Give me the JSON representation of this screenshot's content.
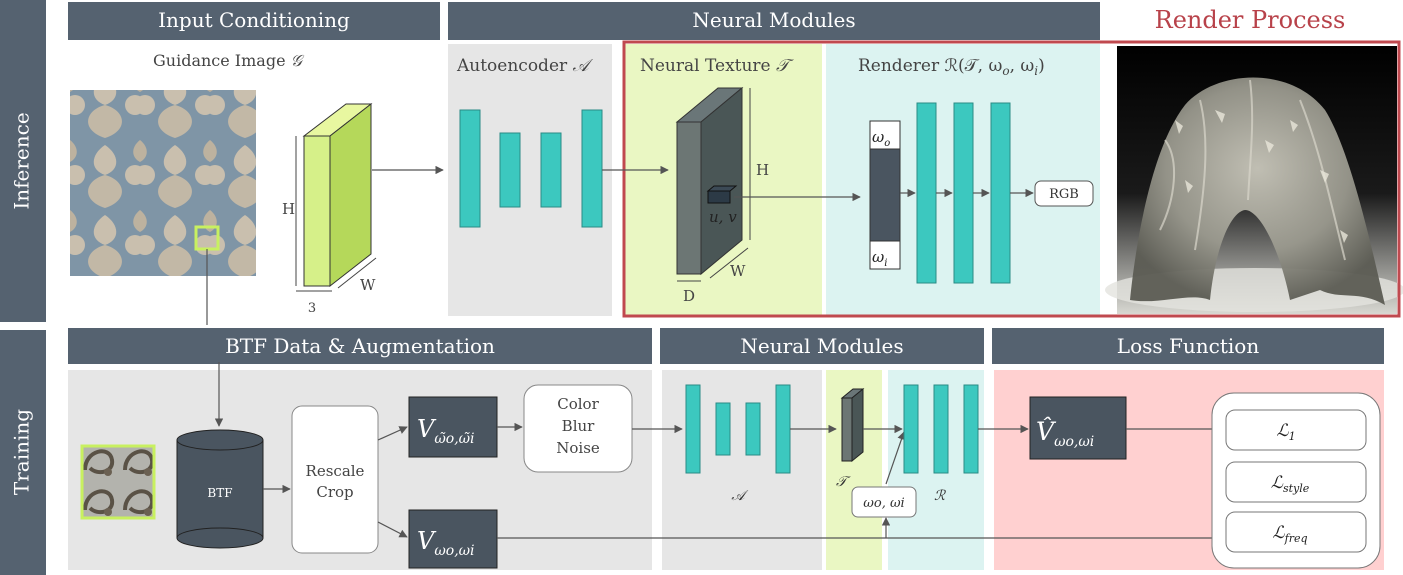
{
  "side_labels": {
    "inference": "Inference",
    "training": "Training"
  },
  "headers": {
    "input_conditioning": "Input Conditioning",
    "neural_modules_top": "Neural Modules",
    "render_process": "Render Process",
    "btf_data": "BTF Data & Augmentation",
    "neural_modules_bottom": "Neural Modules",
    "loss_function": "Loss Function"
  },
  "inference": {
    "guidance_label": "Guidance Image ",
    "guidance_symbol": "𝒢",
    "input_tensor": {
      "h": "H",
      "w": "W",
      "c": "3"
    },
    "autoencoder_label": "Autoencoder ",
    "autoencoder_symbol": "𝒜",
    "neural_texture_label": "Neural Texture ",
    "neural_texture_symbol": "𝒯",
    "texture_tensor": {
      "h": "H",
      "w": "W",
      "d": "D",
      "uv": "u, v"
    },
    "renderer_label": "Renderer ℛ(𝒯, ω",
    "renderer_sub_o": "o",
    "renderer_mid": ", ω",
    "renderer_sub_i": "i",
    "renderer_end": ")",
    "omega_o": "ω",
    "omega_o_sub": "o",
    "omega_i": "ω",
    "omega_i_sub": "i",
    "rgb": "RGB"
  },
  "training": {
    "btf": "BTF",
    "rescale": "Rescale",
    "crop": "Crop",
    "v_aug": "V",
    "v_aug_sub": "ω̃o,ω̃i",
    "v_plain": "V",
    "v_plain_sub": "ωo,ωi",
    "augment": [
      "Color",
      "Blur",
      "Noise"
    ],
    "a_symbol": "𝒜",
    "t_symbol": "𝒯",
    "r_symbol": "ℛ",
    "omega_pair": "ωo, ωi",
    "v_hat": "V̂",
    "v_hat_sub": "ωo,ωi",
    "losses": [
      {
        "base": "ℒ",
        "sub": "1"
      },
      {
        "base": "ℒ",
        "sub": "style"
      },
      {
        "base": "ℒ",
        "sub": "freq"
      }
    ]
  },
  "colors": {
    "header_bg": "#556270",
    "teal": "#3cc8bf",
    "green_block": "#d6f089",
    "dark_block": "#4a5560",
    "grey_panel": "#e6e6e6",
    "green_panel": "#eaf7c3",
    "cyan_panel": "#dcf3f1",
    "pink_panel": "#ffd0d0",
    "render_border": "#c0494f",
    "render_title": "#b8424a"
  },
  "icons": {
    "guidance_image": "damask-fabric-pattern",
    "btf_patch": "fabric-patch",
    "render_image": "cloth-draped-render",
    "btf_database": "database-cylinder-icon"
  }
}
